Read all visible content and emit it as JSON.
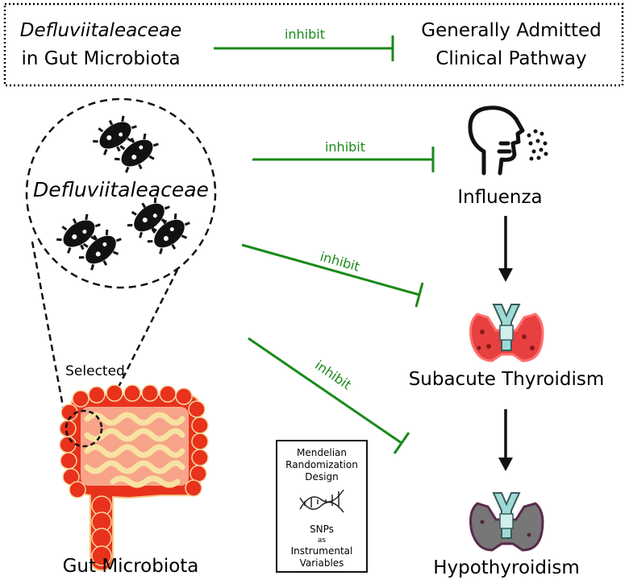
{
  "legend": {
    "left_line1": "Defluviitaleaceae",
    "left_line2": "in Gut Microbiota",
    "arrow_label": "inhibit",
    "right_line1": "Generally Admitted",
    "right_line2": "Clinical Pathway"
  },
  "circle_label": "Defluviitaleaceae",
  "selected_label": "Selected",
  "gut_label": "Gut Microbiota",
  "inhibit_labels": [
    "inhibit",
    "inhibit",
    "inhibit"
  ],
  "outcomes": {
    "influenza": "Influenza",
    "subacute": "Subacute Thyroidism",
    "hypothyroidism": "Hypothyroidism"
  },
  "mr_box": {
    "line1": "Mendelian",
    "line2": "Randomization",
    "line3": "Design",
    "line4": "SNPs",
    "line5": "as",
    "line6": "Instrumental",
    "line7": "Variables"
  },
  "colors": {
    "inhibit_green": "#1a8a1a",
    "gut_red": "#e8321c",
    "gut_yellow": "#f7e3a0",
    "thyroid_red": "#e84040",
    "thyroid_gray": "#777777",
    "thyroid_teal": "#9fd9d6"
  }
}
